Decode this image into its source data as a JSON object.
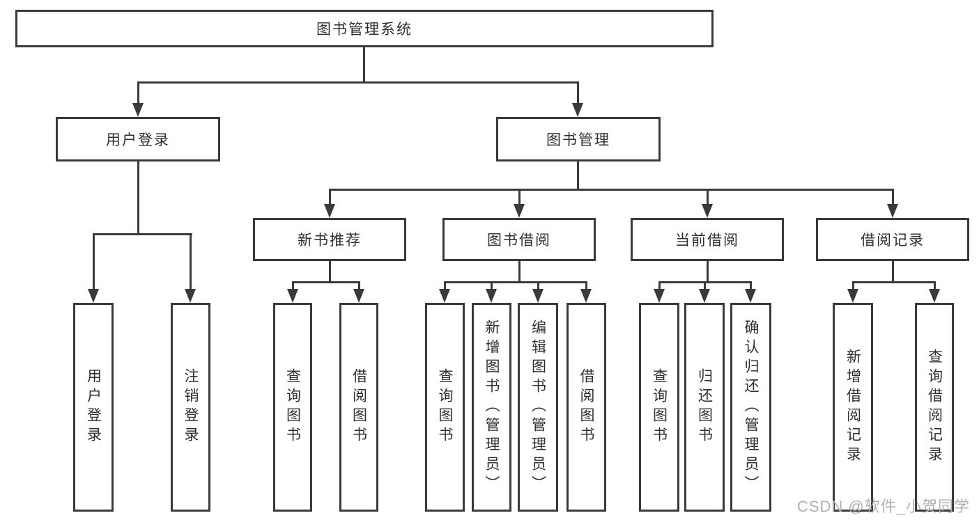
{
  "diagram": {
    "root": {
      "label": "图书管理系统"
    },
    "branches": [
      {
        "label": "用户登录",
        "children": [
          {
            "label": "用户登录"
          },
          {
            "label": "注销登录"
          }
        ]
      },
      {
        "label": "图书管理",
        "children": [
          {
            "label": "新书推荐",
            "children": [
              {
                "label": "查询图书"
              },
              {
                "label": "借阅图书"
              }
            ]
          },
          {
            "label": "图书借阅",
            "children": [
              {
                "label": "查询图书"
              },
              {
                "label": "新增图书（管理员）"
              },
              {
                "label": "编辑图书（管理员）"
              },
              {
                "label": "借阅图书"
              }
            ]
          },
          {
            "label": "当前借阅",
            "children": [
              {
                "label": "查询图书"
              },
              {
                "label": "归还图书"
              },
              {
                "label": "确认归还（管理员）"
              }
            ]
          },
          {
            "label": "借阅记录",
            "children": [
              {
                "label": "新增借阅记录"
              },
              {
                "label": "查询借阅记录"
              }
            ]
          }
        ]
      }
    ]
  },
  "watermark": {
    "text": "CSDN @软件_小贺同学"
  },
  "colors": {
    "line": "#3a3a3a",
    "text": "#2f2f2f",
    "background": "#ffffff",
    "watermark": "#b0b0b0"
  }
}
